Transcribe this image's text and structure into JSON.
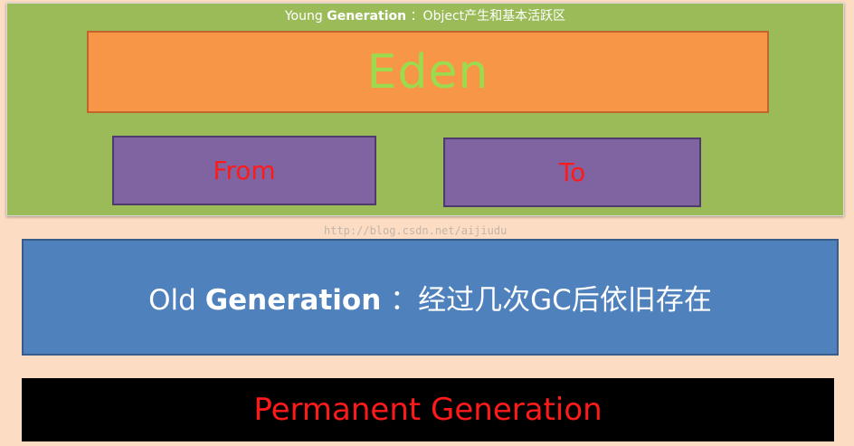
{
  "young": {
    "prefix": "Young ",
    "bold": "Generation",
    "suffix": " ：Object产生和基本活跃区"
  },
  "eden": {
    "label": "Eden"
  },
  "survivors": {
    "from": "From",
    "to": "To"
  },
  "old": {
    "prefix": "Old ",
    "bold": "Generation",
    "suffix": " ：经过几次GC后依旧存在"
  },
  "permanent": {
    "label": "Permanent Generation"
  },
  "watermark": "http://blog.csdn.net/aijiudu",
  "colors": {
    "background": "#fcdcc2",
    "young": "#9bbb59",
    "eden": "#f79646",
    "survivor": "#8064a2",
    "old": "#4f81bd",
    "permanent": "#000000"
  }
}
